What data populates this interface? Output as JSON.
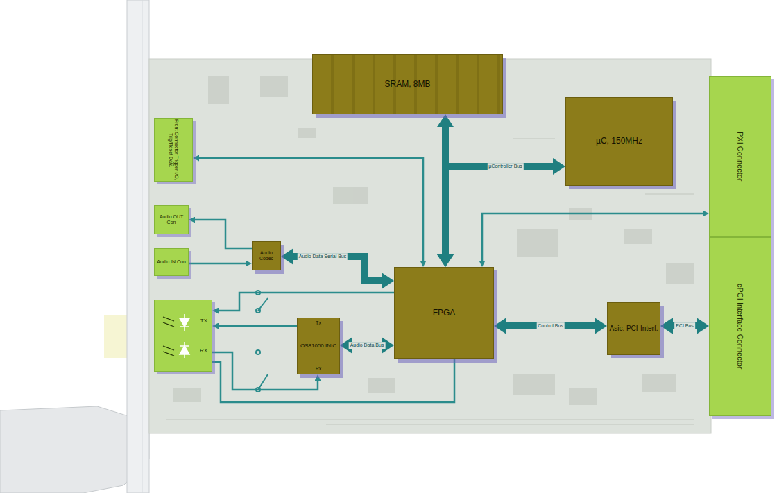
{
  "diagram": {
    "nodes": [
      {
        "text": [
          "Front Connector Trigger I/O, Trig/Reset Data"
        ]
      },
      {
        "text": [
          "SRAM, 8MB"
        ]
      },
      {
        "text": [
          "µC, 150MHz"
        ]
      },
      {
        "text": [
          "PXI Connector"
        ]
      },
      {
        "text": [
          "Audio OUT Con"
        ]
      },
      {
        "text": [
          "Audio Codec"
        ]
      },
      {
        "text": [
          "Audio IN Con"
        ]
      },
      {
        "text": [
          "FPGA"
        ]
      },
      {
        "text": [
          "TX",
          "RX"
        ]
      },
      {
        "text": [
          "Tx",
          "OS81050 INIC",
          "Rx"
        ]
      },
      {
        "text": [
          "Asic. PCI-Interf."
        ]
      },
      {
        "text": [
          "cPCI Interface Connector"
        ]
      }
    ],
    "edges": [
      {
        "from": 7,
        "to": 1,
        "arrow": "both"
      },
      {
        "from": 7,
        "to": 2,
        "label": "µController Bus",
        "arrow": "both"
      },
      {
        "from": 7,
        "to": 0,
        "arrow": "both"
      },
      {
        "from": 7,
        "to": 3,
        "arrow": "both"
      },
      {
        "from": 7,
        "to": 5,
        "label": "Audio Data Serial Bus",
        "arrow": "both"
      },
      {
        "from": 5,
        "to": 4,
        "arrow": "to"
      },
      {
        "from": 6,
        "to": 5,
        "arrow": "to"
      },
      {
        "from": 7,
        "to": 9,
        "label": "Audio Data Bus",
        "arrow": "both"
      },
      {
        "from": 7,
        "to": 10,
        "label": "Control Bus",
        "arrow": "both"
      },
      {
        "from": 10,
        "to": 11,
        "label": "PCI Bus",
        "arrow": "both"
      },
      {
        "from": 9,
        "to": 8,
        "arrow": "to"
      },
      {
        "from": 8,
        "to": 9,
        "arrow": "to"
      },
      {
        "from": 7,
        "to": 8,
        "arrow": "to"
      },
      {
        "from": 8,
        "to": 7,
        "arrow": "none"
      }
    ]
  }
}
